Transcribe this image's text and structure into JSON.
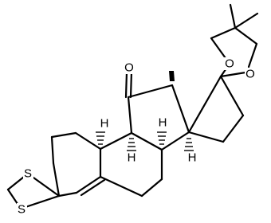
{
  "molecule": {
    "atoms": {
      "ketone_oxygen": "O",
      "dioxane_oxygen_left": "O",
      "dioxane_oxygen_right": "O",
      "thiolane_sulfur_upper": "S",
      "thiolane_sulfur_lower": "S",
      "h_c9": "H",
      "h_c8": "H",
      "h_c14": "H",
      "h_c10": "H"
    }
  }
}
